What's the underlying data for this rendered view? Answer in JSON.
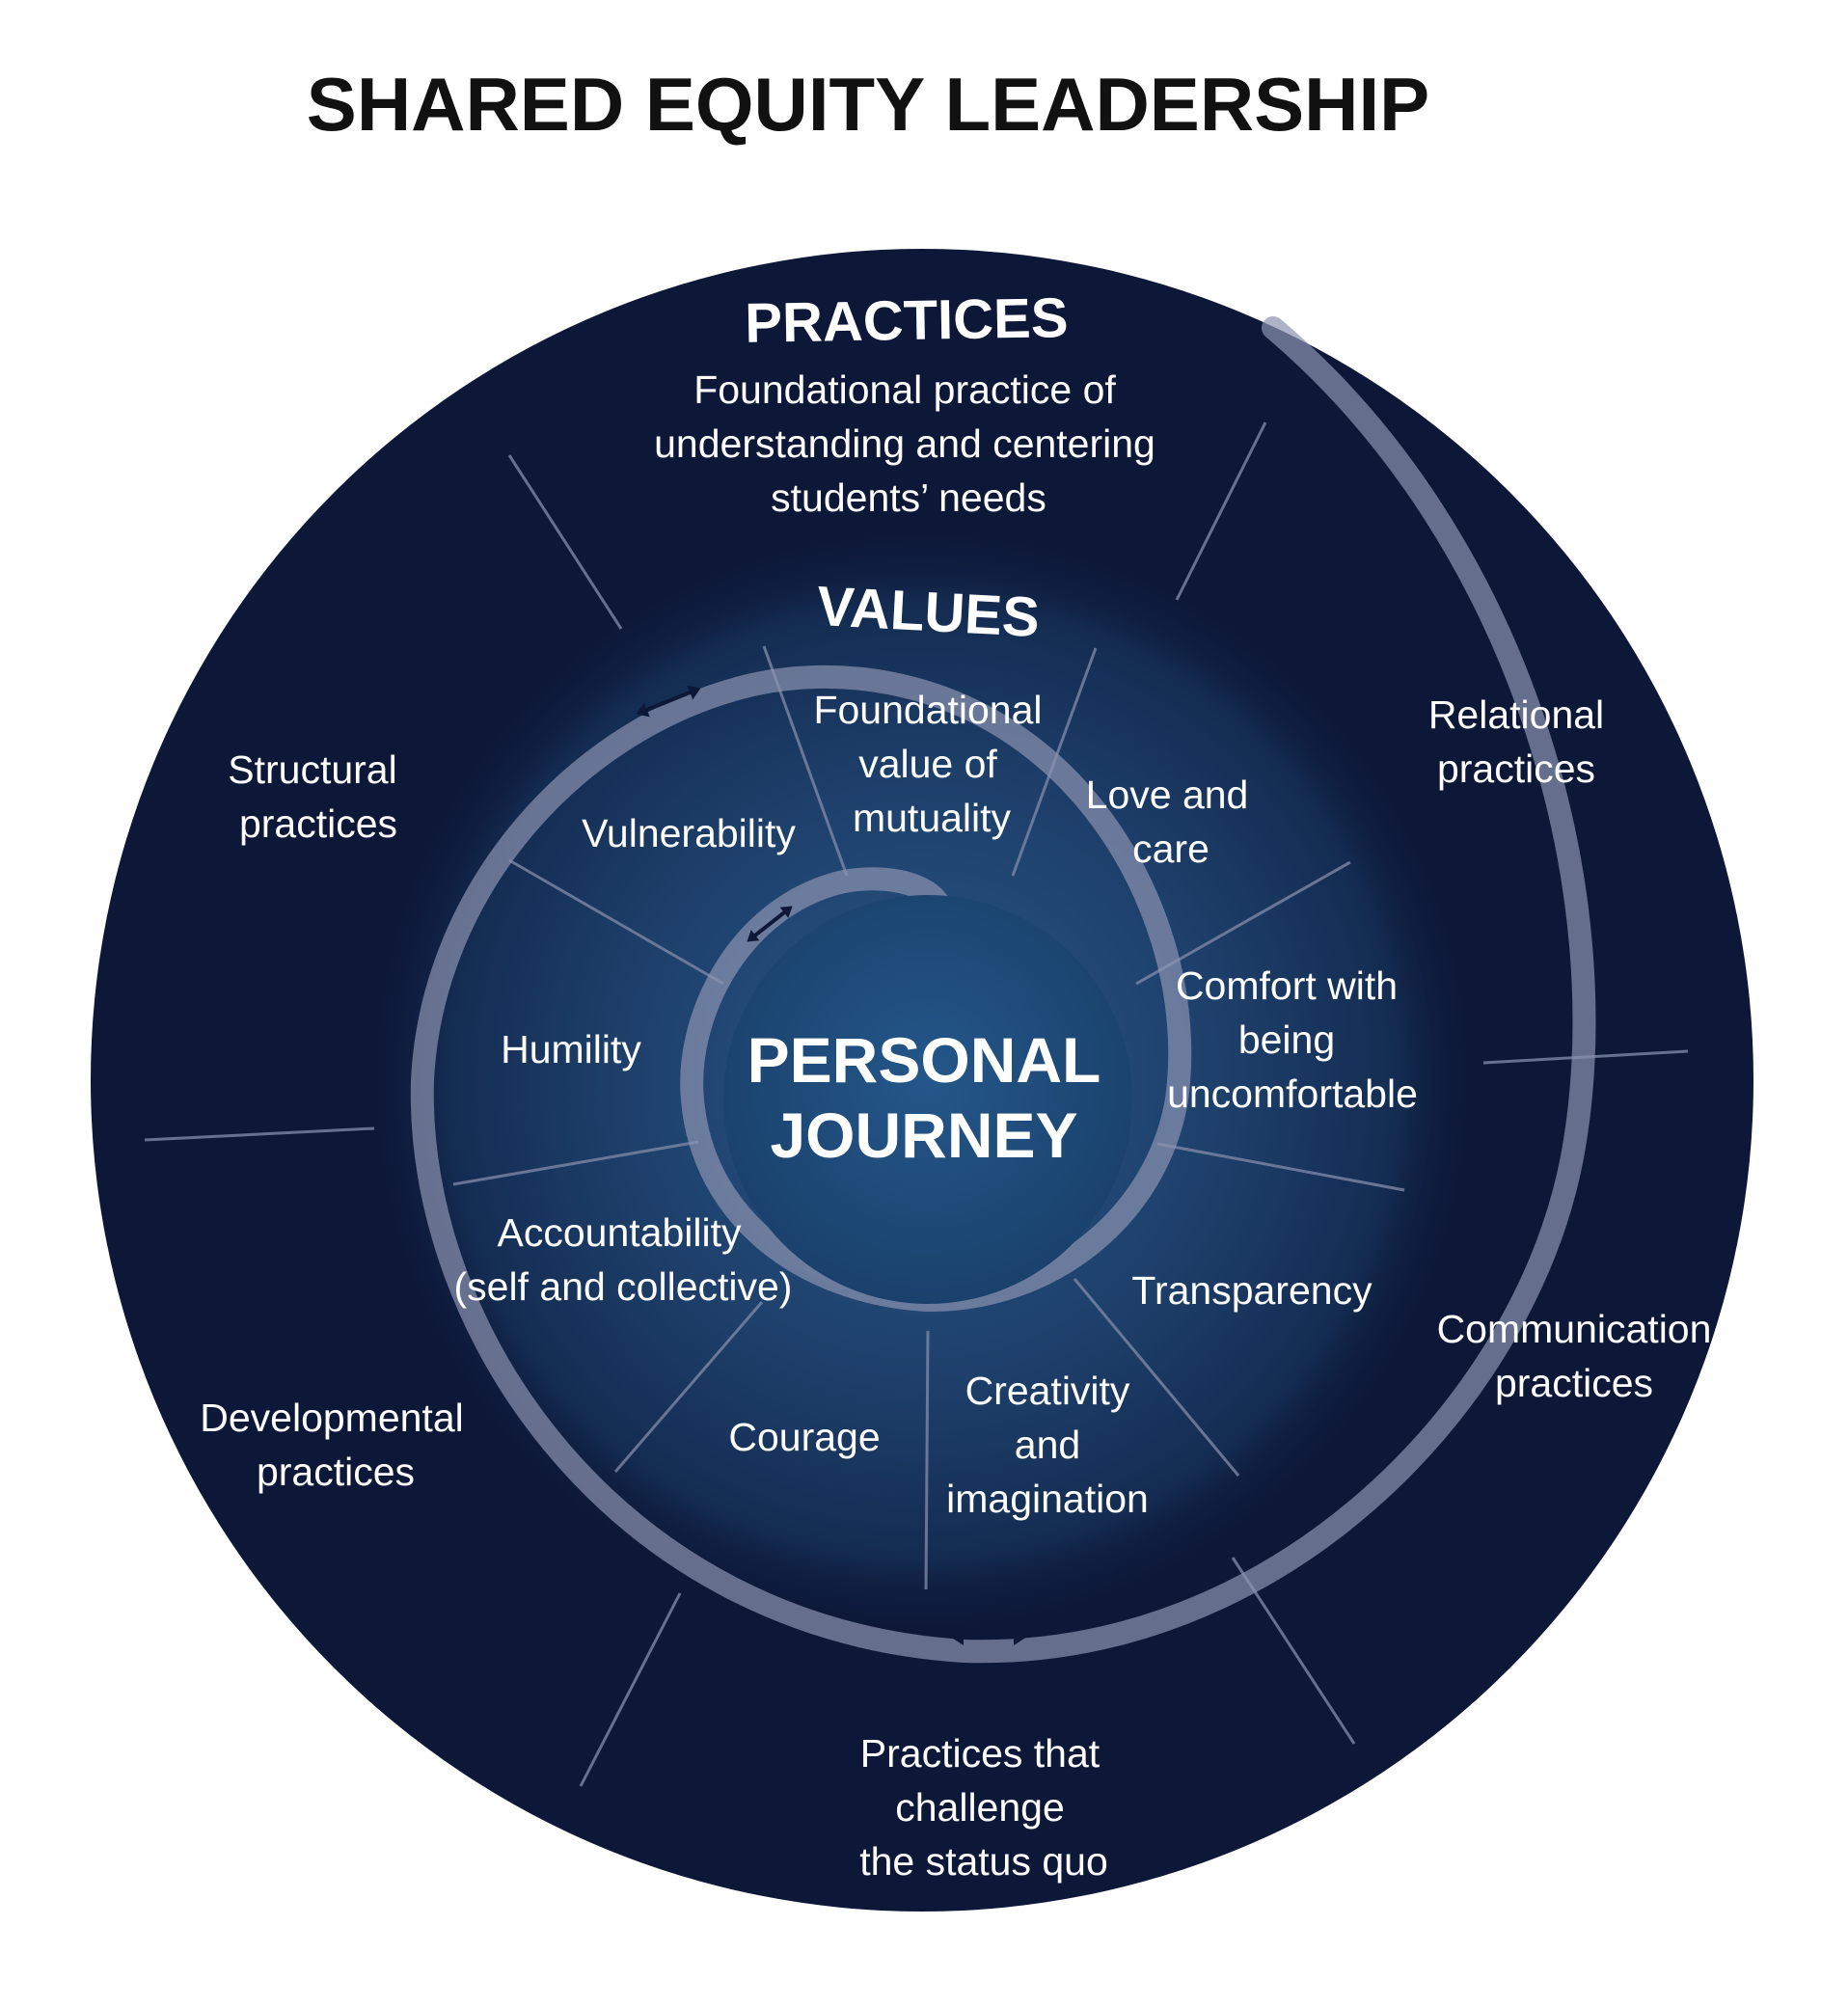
{
  "title": "SHARED EQUITY LEADERSHIP",
  "rings": {
    "practices": {
      "heading": "PRACTICES",
      "items": [
        [
          "Foundational practice of",
          "understanding and centering",
          "students’ needs"
        ],
        [
          "Relational",
          "practices"
        ],
        [
          "Communication",
          "practices"
        ],
        [
          "Practices that",
          "challenge",
          "the status quo"
        ],
        [
          "Developmental",
          "practices"
        ],
        [
          "Structural",
          "practices"
        ]
      ]
    },
    "values": {
      "heading": "VALUES",
      "items": [
        [
          "Foundational",
          "value of",
          "mutuality"
        ],
        [
          "Love and",
          "care"
        ],
        [
          "Comfort with",
          "being",
          "uncomfortable"
        ],
        [
          "Transparency"
        ],
        [
          "Creativity",
          "and",
          "imagination"
        ],
        [
          "Courage"
        ],
        [
          "Accountability",
          "(self and collective)"
        ],
        [
          "Humility"
        ],
        [
          "Vulnerability"
        ]
      ]
    },
    "core": [
      "PERSONAL",
      "JOURNEY"
    ]
  },
  "colors": {
    "outer_ring": "#0d1838",
    "values_glow": "#1f426c",
    "core": "#1e4a78",
    "spiral": "#8c93b0",
    "arrow": "#0d1838"
  },
  "icons": [
    "double-arrow-icon",
    "double-arrow-icon",
    "double-arrow-icon"
  ]
}
